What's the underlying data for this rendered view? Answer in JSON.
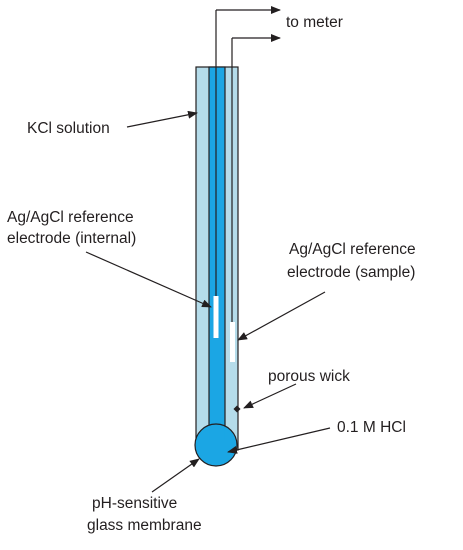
{
  "labels": {
    "to_meter": "to meter",
    "kcl_solution": "KCl solution",
    "internal_ref_line1": "Ag/AgCl reference",
    "internal_ref_line2": "electrode (internal)",
    "sample_ref_line1": "Ag/AgCl reference",
    "sample_ref_line2": "electrode (sample)",
    "porous_wick": "porous wick",
    "hcl": "0.1 M HCl",
    "membrane_line1": "pH-sensitive",
    "membrane_line2": "glass membrane"
  },
  "colors": {
    "outer_body": "#b5dcea",
    "inner_hcl": "#1ba6e4",
    "outline": "#231f20",
    "electrode_wire": "#ffffff"
  }
}
